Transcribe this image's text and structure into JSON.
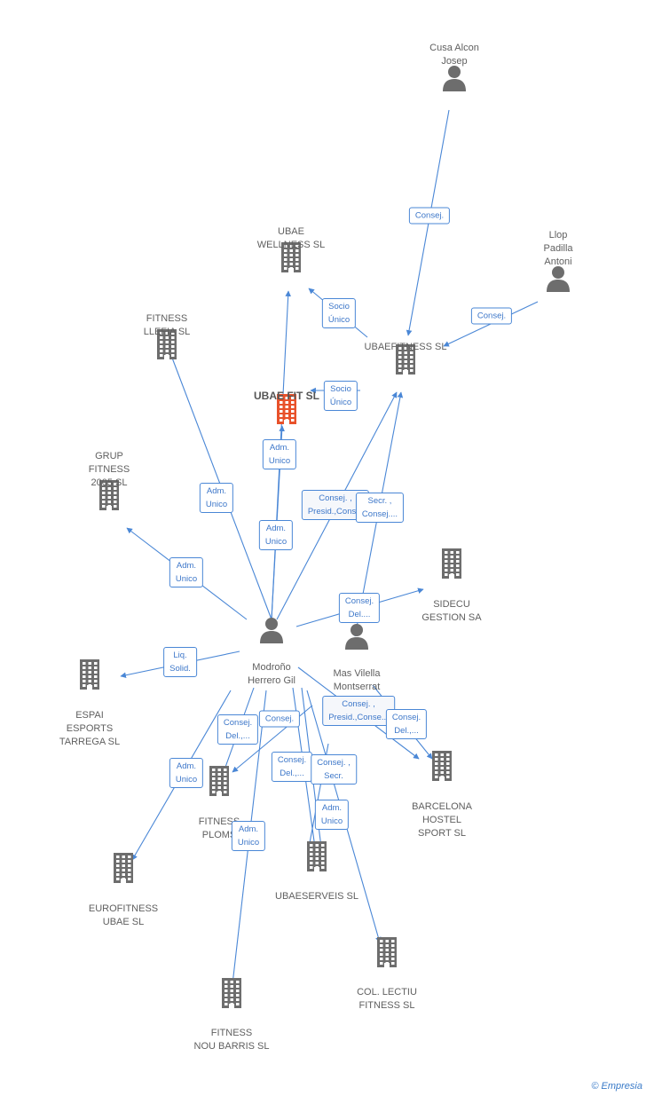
{
  "colors": {
    "edge": "#4a87d6",
    "building": "#6d6d6d",
    "main_building": "#e8512a",
    "person": "#6d6d6d",
    "label_text": "#5f5f5f",
    "edge_label_text": "#3d77c9"
  },
  "nodes": [
    {
      "id": "cusa",
      "label": "Cusa Alcon\nJosep",
      "type": "person",
      "icon": "person-icon"
    },
    {
      "id": "llop",
      "label": "Llop\nPadilla\nAntoni",
      "type": "person",
      "icon": "person-icon"
    },
    {
      "id": "ubaewell",
      "label": "UBAE\nWELLNESS SL",
      "type": "company",
      "icon": "building-icon"
    },
    {
      "id": "llefia",
      "label": "FITNESS\nLLEFIA SL",
      "type": "company",
      "icon": "building-icon"
    },
    {
      "id": "ubaefitness",
      "label": "UBAEFITNESS SL",
      "type": "company",
      "icon": "building-icon"
    },
    {
      "id": "ubaefit",
      "label": "UBAE FIT SL",
      "type": "company-main",
      "icon": "building-icon"
    },
    {
      "id": "grup",
      "label": "GRUP\nFITNESS\n2005 SL",
      "type": "company",
      "icon": "building-icon"
    },
    {
      "id": "sidecu",
      "label": "SIDECU\nGESTION SA",
      "type": "company",
      "icon": "building-icon"
    },
    {
      "id": "modrono",
      "label": "Modroño\nHerrero Gil",
      "type": "person",
      "icon": "person-icon"
    },
    {
      "id": "mas",
      "label": "Mas Vilella\nMontserrat",
      "type": "person",
      "icon": "person-icon"
    },
    {
      "id": "espai",
      "label": "ESPAI\nESPORTS\nTARREGA SL",
      "type": "company",
      "icon": "building-icon"
    },
    {
      "id": "plomsl",
      "label": "FITNESS\nPLOMS",
      "type": "company",
      "icon": "building-icon"
    },
    {
      "id": "barcelona",
      "label": "BARCELONA\nHOSTEL\nSPORT  SL",
      "type": "company",
      "icon": "building-icon"
    },
    {
      "id": "eurofit",
      "label": "EUROFITNESS\nUBAE SL",
      "type": "company",
      "icon": "building-icon"
    },
    {
      "id": "ubaeserveis",
      "label": "UBAESERVEIS SL",
      "type": "company",
      "icon": "building-icon"
    },
    {
      "id": "colectiu",
      "label": "COL. LECTIU\nFITNESS SL",
      "type": "company",
      "icon": "building-icon"
    },
    {
      "id": "noubarris",
      "label": "FITNESS\nNOU BARRIS SL",
      "type": "company",
      "icon": "building-icon"
    }
  ],
  "edge_labels": [
    {
      "id": "e1",
      "text": "Consej."
    },
    {
      "id": "e2",
      "text": "Consej."
    },
    {
      "id": "e3",
      "text": "Socio\nÚnico"
    },
    {
      "id": "e4",
      "text": "Socio\nÚnico"
    },
    {
      "id": "e5",
      "text": "Adm.\nUnico"
    },
    {
      "id": "e6",
      "text": "Adm.\nUnico"
    },
    {
      "id": "e7",
      "text": "Consej. ,\nPresid.,Cons..."
    },
    {
      "id": "e8",
      "text": "Secr. ,\nConsej...."
    },
    {
      "id": "e9",
      "text": "Adm.\nUnico"
    },
    {
      "id": "e10",
      "text": "Adm.\nUnico"
    },
    {
      "id": "e11",
      "text": "Consej.\nDel...."
    },
    {
      "id": "e12",
      "text": "Liq.\nSolid."
    },
    {
      "id": "e13",
      "text": "Consej. ,\nPresid.,Conse..."
    },
    {
      "id": "e14",
      "text": "Consej.\nDel.,..."
    },
    {
      "id": "e15",
      "text": "Consej.\nDel.,..."
    },
    {
      "id": "e16",
      "text": "Consej."
    },
    {
      "id": "e17",
      "text": "Consej.\nDel.,..."
    },
    {
      "id": "e18",
      "text": "Consej. ,\nSecr."
    },
    {
      "id": "e19",
      "text": "Adm.\nUnico"
    },
    {
      "id": "e20",
      "text": "Adm.\nUnico"
    },
    {
      "id": "e21",
      "text": "Adm.\nUnico"
    }
  ],
  "footer": {
    "symbol": "©",
    "brand": "Empresia"
  }
}
